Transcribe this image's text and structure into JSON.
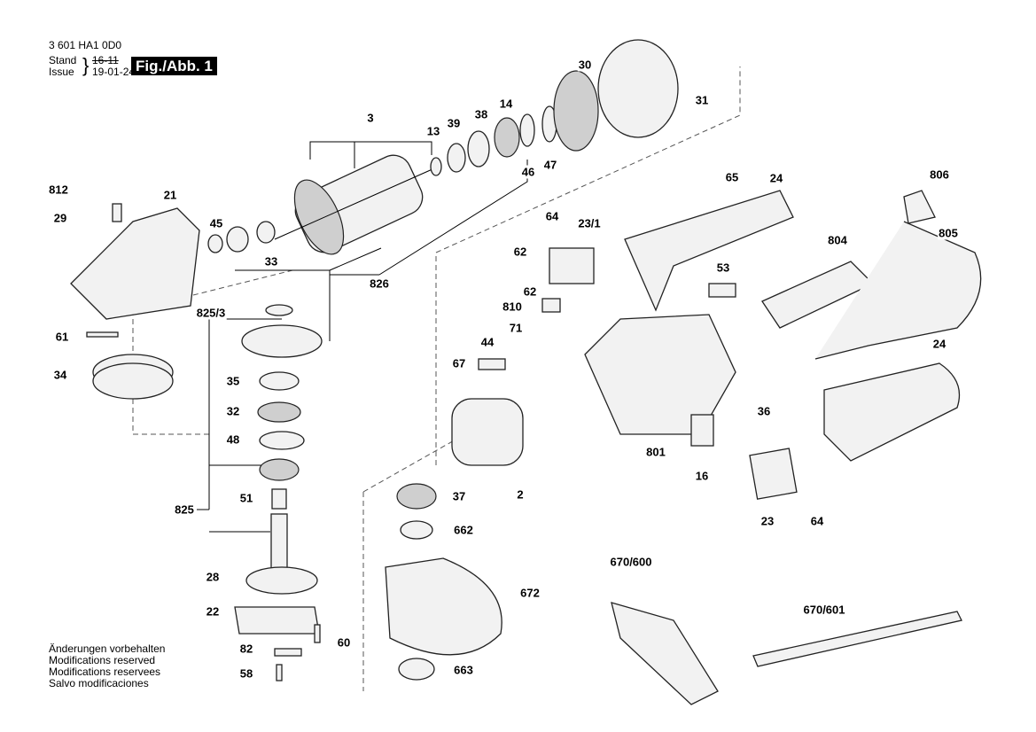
{
  "header": {
    "part_number": "3 601 HA1 0D0",
    "stand_label": "Stand",
    "issue_label": "Issue",
    "old_date_struck": "16-11",
    "issue_date": "19-01-24",
    "figure_label": "Fig./Abb. 1"
  },
  "footer_notes": [
    "Änderungen vorbehalten",
    "Modifications reserved",
    "Modifications reservees",
    "Salvo modificaciones"
  ],
  "part_labels": [
    "3",
    "13",
    "39",
    "38",
    "14",
    "30",
    "31",
    "46",
    "47",
    "812",
    "21",
    "29",
    "45",
    "33",
    "826",
    "825/3",
    "61",
    "34",
    "35",
    "32",
    "48",
    "51",
    "825",
    "28",
    "22",
    "82",
    "60",
    "58",
    "65",
    "24",
    "806",
    "64",
    "23/1",
    "62",
    "62",
    "804",
    "805",
    "53",
    "810",
    "71",
    "44",
    "67",
    "24",
    "36",
    "801",
    "2",
    "16",
    "23",
    "64",
    "37",
    "662",
    "672",
    "663",
    "670/600",
    "670/601"
  ]
}
